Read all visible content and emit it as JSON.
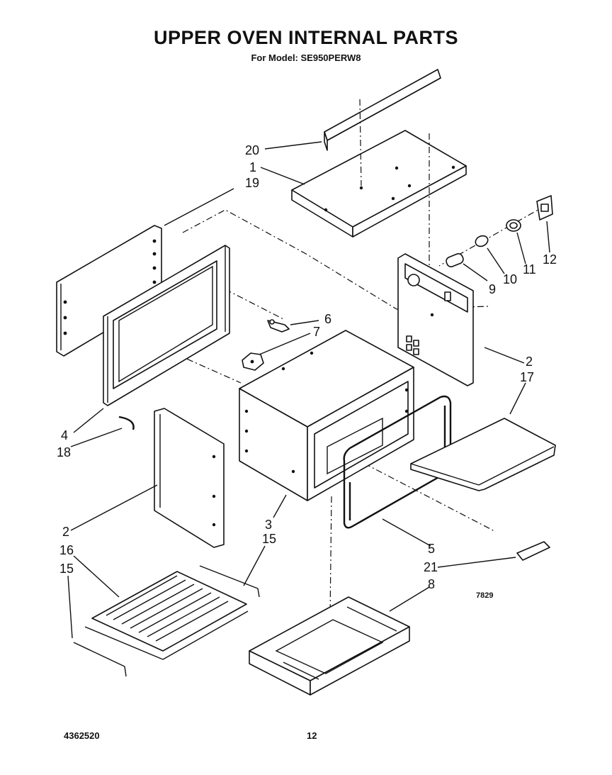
{
  "header": {
    "title": "UPPER OVEN INTERNAL PARTS",
    "model_line": "For Model: SE950PERW8"
  },
  "footer": {
    "part_number": "4362520",
    "page_number": "12"
  },
  "diagram_code": "7829",
  "callouts": {
    "c1": "1",
    "c2a": "2",
    "c2b": "2",
    "c3": "3",
    "c4": "4",
    "c5": "5",
    "c6": "6",
    "c7": "7",
    "c8": "8",
    "c9": "9",
    "c10": "10",
    "c11": "11",
    "c12": "12",
    "c15a": "15",
    "c15b": "15",
    "c16": "16",
    "c17": "17",
    "c18": "18",
    "c19": "19",
    "c20": "20",
    "c21": "21"
  }
}
